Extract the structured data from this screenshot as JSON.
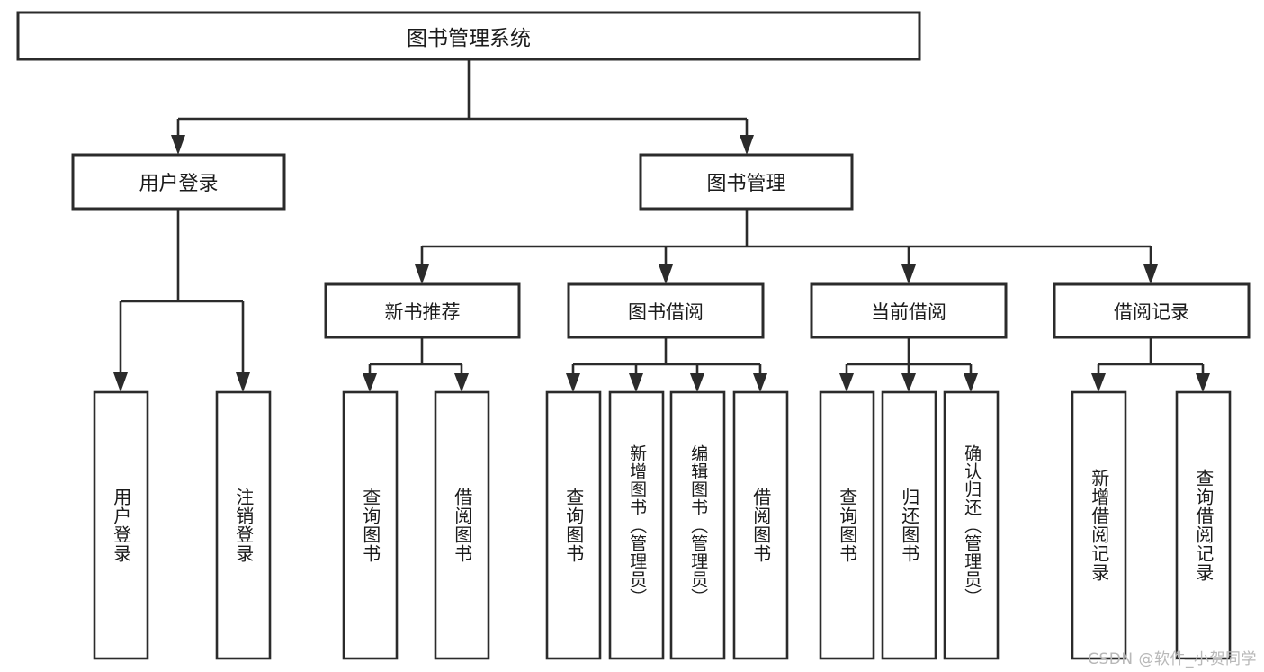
{
  "diagram": {
    "title": "图书管理系统",
    "type": "hierarchy-tree",
    "orientation": "top-down",
    "levels": 4,
    "root": {
      "id": "root",
      "label": "图书管理系统",
      "text_direction": "horizontal"
    },
    "level2": [
      {
        "id": "user-login",
        "label": "用户登录",
        "text_direction": "horizontal"
      },
      {
        "id": "book-manage",
        "label": "图书管理",
        "text_direction": "horizontal"
      }
    ],
    "level3": [
      {
        "id": "new-book-rec",
        "label": "新书推荐",
        "parent": "book-manage",
        "text_direction": "horizontal"
      },
      {
        "id": "book-borrow",
        "label": "图书借阅",
        "parent": "book-manage",
        "text_direction": "horizontal"
      },
      {
        "id": "current-borrow",
        "label": "当前借阅",
        "parent": "book-manage",
        "text_direction": "horizontal"
      },
      {
        "id": "borrow-record",
        "label": "借阅记录",
        "parent": "book-manage",
        "text_direction": "horizontal"
      }
    ],
    "leaves": {
      "user-login": [
        {
          "id": "leaf-user-login",
          "label": "用户登录",
          "text_direction": "vertical"
        },
        {
          "id": "leaf-logout",
          "label": "注销登录",
          "text_direction": "vertical"
        }
      ],
      "new-book-rec": [
        {
          "id": "leaf-query-book-1",
          "label": "查询图书",
          "text_direction": "vertical"
        },
        {
          "id": "leaf-borrow-book-1",
          "label": "借阅图书",
          "text_direction": "vertical"
        }
      ],
      "book-borrow": [
        {
          "id": "leaf-query-book-2",
          "label": "查询图书",
          "text_direction": "vertical"
        },
        {
          "id": "leaf-add-book",
          "label": "新增图书（管理员）",
          "text_direction": "vertical"
        },
        {
          "id": "leaf-edit-book",
          "label": "编辑图书（管理员）",
          "text_direction": "vertical"
        },
        {
          "id": "leaf-borrow-book-2",
          "label": "借阅图书",
          "text_direction": "vertical"
        }
      ],
      "current-borrow": [
        {
          "id": "leaf-query-book-3",
          "label": "查询图书",
          "text_direction": "vertical"
        },
        {
          "id": "leaf-return-book",
          "label": "归还图书",
          "text_direction": "vertical"
        },
        {
          "id": "leaf-confirm-return",
          "label": "确认归还（管理员）",
          "text_direction": "vertical"
        }
      ],
      "borrow-record": [
        {
          "id": "leaf-add-record",
          "label": "新增借阅记录",
          "text_direction": "vertical"
        },
        {
          "id": "leaf-query-record",
          "label": "查询借阅记录",
          "text_direction": "vertical"
        }
      ]
    }
  },
  "watermark": {
    "text": "CSDN @软件_小贺同学"
  },
  "colors": {
    "box_stroke": "#2b2b2b",
    "box_fill": "#ffffff",
    "connector": "#2b2b2b",
    "text": "#1b1b1b",
    "background": "#ffffff",
    "watermark": "#b8b8b8"
  }
}
